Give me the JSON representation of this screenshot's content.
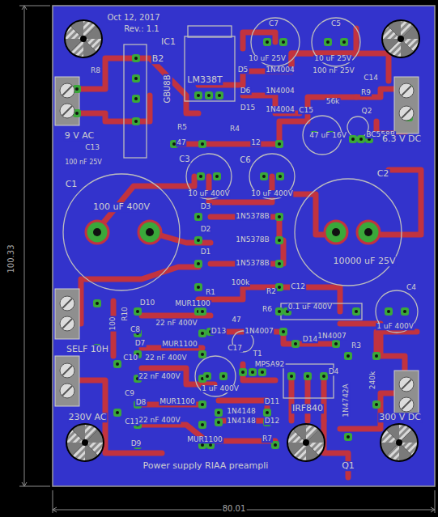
{
  "diagram": {
    "labels": [
      "Oct 12, 2017",
      "Rev.: 1.1",
      "IC1",
      "B2",
      "LM338T",
      "GBU8B",
      "R8",
      "9 V AC",
      "C13",
      "100 nF 25V",
      "R5",
      "47",
      "R4",
      "12",
      "D5",
      "1N4004",
      "D6",
      "1N4004",
      "D15",
      "1N4004",
      "C7",
      "10 uF 25V",
      "C5",
      "10 uF 25V",
      "100 nF 25V",
      "C14",
      "R9",
      "56k",
      "C15",
      "Q2",
      "47 uF 16V",
      "BC558B",
      "6.3 V DC",
      "C3",
      "10 uF 400V",
      "C6",
      "10 uF 400V",
      "C1",
      "100 uF 400V",
      "C2",
      "10000 uF 25V",
      "D3",
      "1N5378B",
      "D2",
      "1N5378B",
      "D1",
      "1N5378B",
      "R1",
      "100k",
      "R2",
      "C12",
      "R6",
      "47",
      "0.1 uF 400V",
      "C4",
      "1 uF 400V",
      "R10",
      "100",
      "D10",
      "MUR1100",
      "C8",
      "22 nF 400V",
      "D7",
      "MUR1100",
      "C10",
      "22 nF 400V",
      "22 nF 400V",
      "C9",
      "D8",
      "MUR1100",
      "C11",
      "22 nF 400V",
      "D9",
      "MUR1100",
      "SELF 10H",
      "230V AC",
      "D13",
      "1N4007",
      "D14",
      "1N4007",
      "C17",
      "T1",
      "MPSA92",
      "1 uF 400V",
      "R3",
      "D4",
      "1N4742A",
      "240k",
      "IRF840",
      "300 V DC",
      "D11",
      "1N4148",
      "D12",
      "1N4148",
      "R7",
      "Q1",
      "Power supply RIAA preampli",
      "100.33",
      "80.01"
    ]
  }
}
